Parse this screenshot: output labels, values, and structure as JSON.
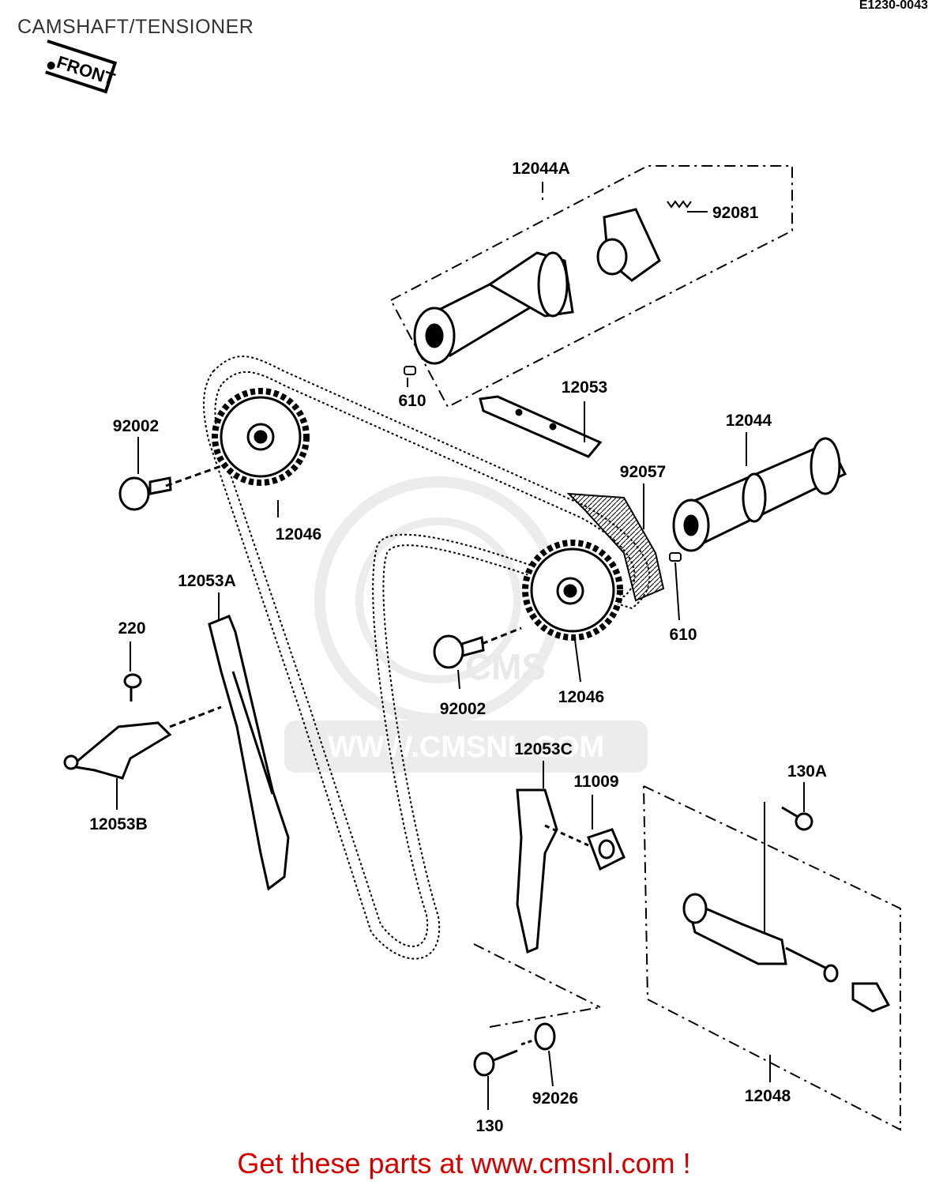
{
  "page": {
    "title": "CAMSHAFT/TENSIONER",
    "ref_code": "E1230-0043",
    "front_label": "FRONT",
    "watermark": "WWW.CMSNL.COM",
    "watermark_logo_text": "CMS",
    "footer": "Get these parts at www.cmsnl.com !"
  },
  "parts": [
    {
      "id": "p-12044A",
      "number": "12044A",
      "name": "Camshaft"
    },
    {
      "id": "p-92081",
      "number": "92081",
      "name": "Spring"
    },
    {
      "id": "p-610-a",
      "number": "610",
      "name": "Pin"
    },
    {
      "id": "p-12053",
      "number": "12053",
      "name": "Guide"
    },
    {
      "id": "p-12044",
      "number": "12044",
      "name": "Camshaft"
    },
    {
      "id": "p-92057",
      "number": "92057",
      "name": "Chain"
    },
    {
      "id": "p-92002-a",
      "number": "92002",
      "name": "Bolt"
    },
    {
      "id": "p-12046-a",
      "number": "12046",
      "name": "Sprocket"
    },
    {
      "id": "p-610-b",
      "number": "610",
      "name": "Pin"
    },
    {
      "id": "p-12046-b",
      "number": "12046",
      "name": "Sprocket"
    },
    {
      "id": "p-92002-b",
      "number": "92002",
      "name": "Bolt"
    },
    {
      "id": "p-12053A",
      "number": "12053A",
      "name": "Guide"
    },
    {
      "id": "p-220",
      "number": "220",
      "name": "Screw"
    },
    {
      "id": "p-12053B",
      "number": "12053B",
      "name": "Guide"
    },
    {
      "id": "p-12053C",
      "number": "12053C",
      "name": "Guide"
    },
    {
      "id": "p-11009",
      "number": "11009",
      "name": "Gasket"
    },
    {
      "id": "p-130A",
      "number": "130A",
      "name": "Bolt"
    },
    {
      "id": "p-12048",
      "number": "12048",
      "name": "Tensioner"
    },
    {
      "id": "p-130",
      "number": "130",
      "name": "Bolt"
    },
    {
      "id": "p-92026",
      "number": "92026",
      "name": "Washer"
    }
  ]
}
